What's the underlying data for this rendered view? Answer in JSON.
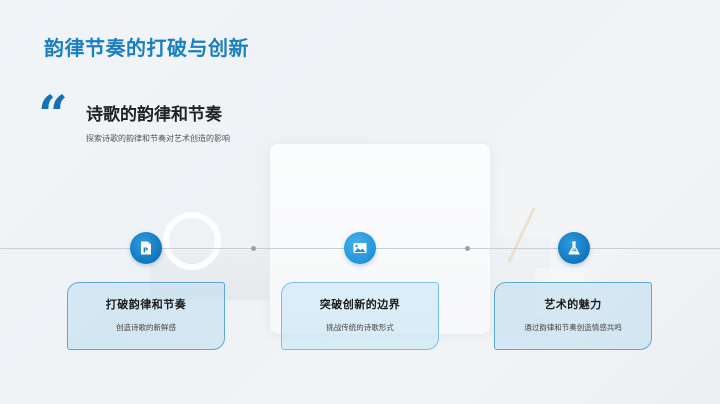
{
  "slide": {
    "title": "韵律节奏的打破与创新",
    "quote_icon": "left-double-quote",
    "subtitle": "诗歌的韵律和节奏",
    "description": "探索诗歌的韵律和节奏对艺术创造的影响"
  },
  "colors": {
    "accent": "#1a7fc1",
    "node": "#1176bd",
    "card_fill": "#c4e0f0",
    "card_border": "#5ea7d6"
  },
  "timeline": {
    "items": [
      {
        "icon": "document-p-icon",
        "title": "打破韵律和节奏",
        "text": "创造诗歌的新鲜感"
      },
      {
        "icon": "image-icon",
        "title": "突破创新的边界",
        "text": "挑战传统的诗歌形式"
      },
      {
        "icon": "flask-icon",
        "title": "艺术的魅力",
        "text": "通过韵律和节奏创造情感共鸣"
      }
    ]
  }
}
